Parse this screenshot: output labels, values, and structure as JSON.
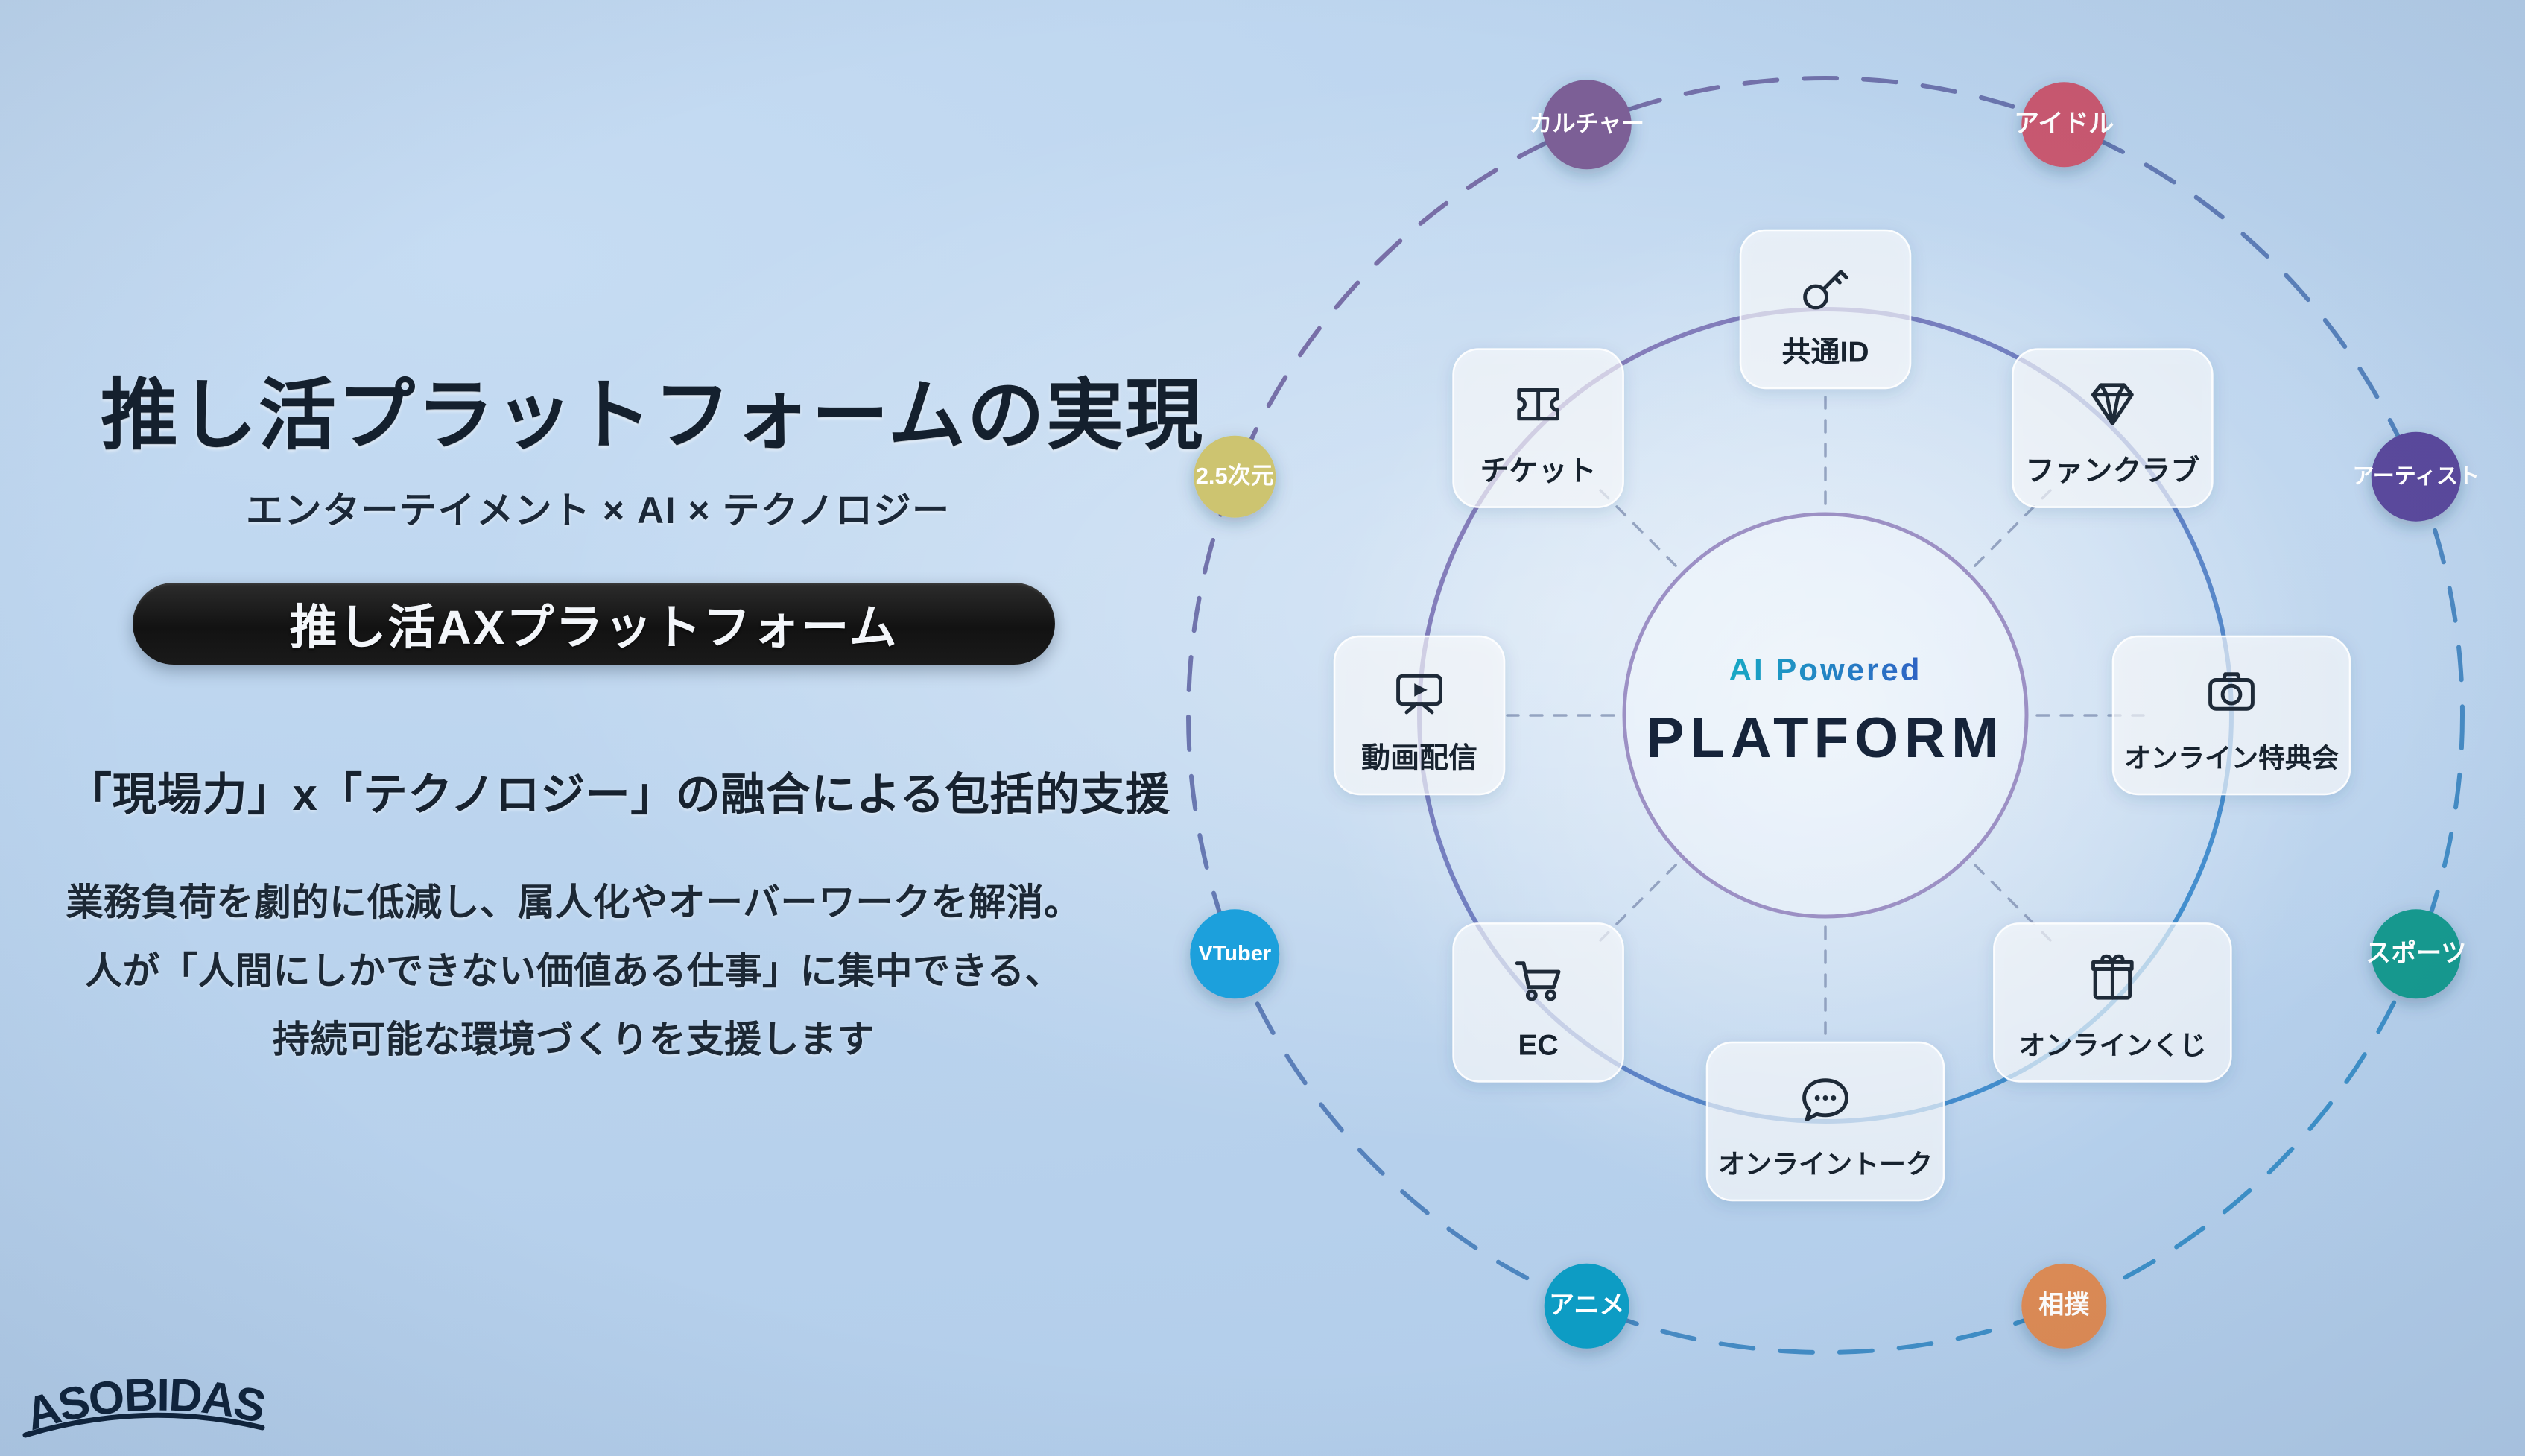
{
  "slide": {
    "background_color": "#bcd5ef",
    "brand_logo": "ASOBIDAS"
  },
  "left_panel": {
    "headline": "推し活プラットフォームの実現",
    "subhead": "エンターテイメント × AI × テクノロジー",
    "pill_label": "推し活AXプラットフォーム",
    "tagline": "「現場力」x「テクノロジー」の融合による包括的支援",
    "body_lines": [
      "業務負荷を劇的に低減し、属人化やオーバーワークを解消。",
      "人が「人間にしかできない価値ある仕事」に集中できる、",
      "持続可能な環境づくりを支援します"
    ]
  },
  "diagram": {
    "center": {
      "sub_label": "AI Powered",
      "main_label": "PLATFORM",
      "sub_gradient_from": "#17a8c4",
      "sub_gradient_to": "#2f62c4",
      "main_color": "#16243a",
      "ring_color": "#9b8fc4"
    },
    "inner_ring": {
      "gradient_from": "#8a6fae",
      "gradient_to": "#1f8fd0"
    },
    "outer_ring": {
      "gradient_from": "#7b5f9a",
      "gradient_to": "#2a8fc9",
      "style": "dashed"
    },
    "service_cards": [
      {
        "label": "共通ID",
        "icon": "key-icon",
        "angle_deg": -90,
        "pos": "top"
      },
      {
        "label": "ファンクラブ",
        "icon": "diamond-icon",
        "angle_deg": -45,
        "pos": "top-right"
      },
      {
        "label": "オンライン特典会",
        "icon": "camera-icon",
        "angle_deg": 0,
        "pos": "right"
      },
      {
        "label": "オンラインくじ",
        "icon": "gift-box-icon",
        "angle_deg": 45,
        "pos": "bottom-right"
      },
      {
        "label": "オンライントーク",
        "icon": "chat-bubble-icon",
        "angle_deg": 90,
        "pos": "bottom"
      },
      {
        "label": "EC",
        "icon": "shopping-cart-icon",
        "angle_deg": 135,
        "pos": "bottom-left"
      },
      {
        "label": "動画配信",
        "icon": "video-monitor-icon",
        "angle_deg": 180,
        "pos": "left"
      },
      {
        "label": "チケット",
        "icon": "ticket-icon",
        "angle_deg": -135,
        "pos": "top-left"
      }
    ],
    "genre_nodes": [
      {
        "label": "カルチャー",
        "color": "#7b5e96",
        "angle_deg": -112,
        "radius": 60
      },
      {
        "label": "アイドル",
        "color": "#c9596f",
        "angle_deg": -68,
        "radius": 57
      },
      {
        "label": "アーティスト",
        "color": "#5a4a9c",
        "angle_deg": -22,
        "radius": 60
      },
      {
        "label": "スポーツ",
        "color": "#13998f",
        "angle_deg": 22,
        "radius": 60
      },
      {
        "label": "相撲",
        "color": "#dd8b55",
        "angle_deg": 68,
        "radius": 57
      },
      {
        "label": "アニメ",
        "color": "#0e9cc4",
        "angle_deg": 112,
        "radius": 57
      },
      {
        "label": "VTuber",
        "color": "#1ba0dc",
        "angle_deg": 158,
        "radius": 60
      },
      {
        "label": "2.5次元",
        "color": "#cdc470",
        "angle_deg": 202,
        "radius": 55
      }
    ]
  }
}
